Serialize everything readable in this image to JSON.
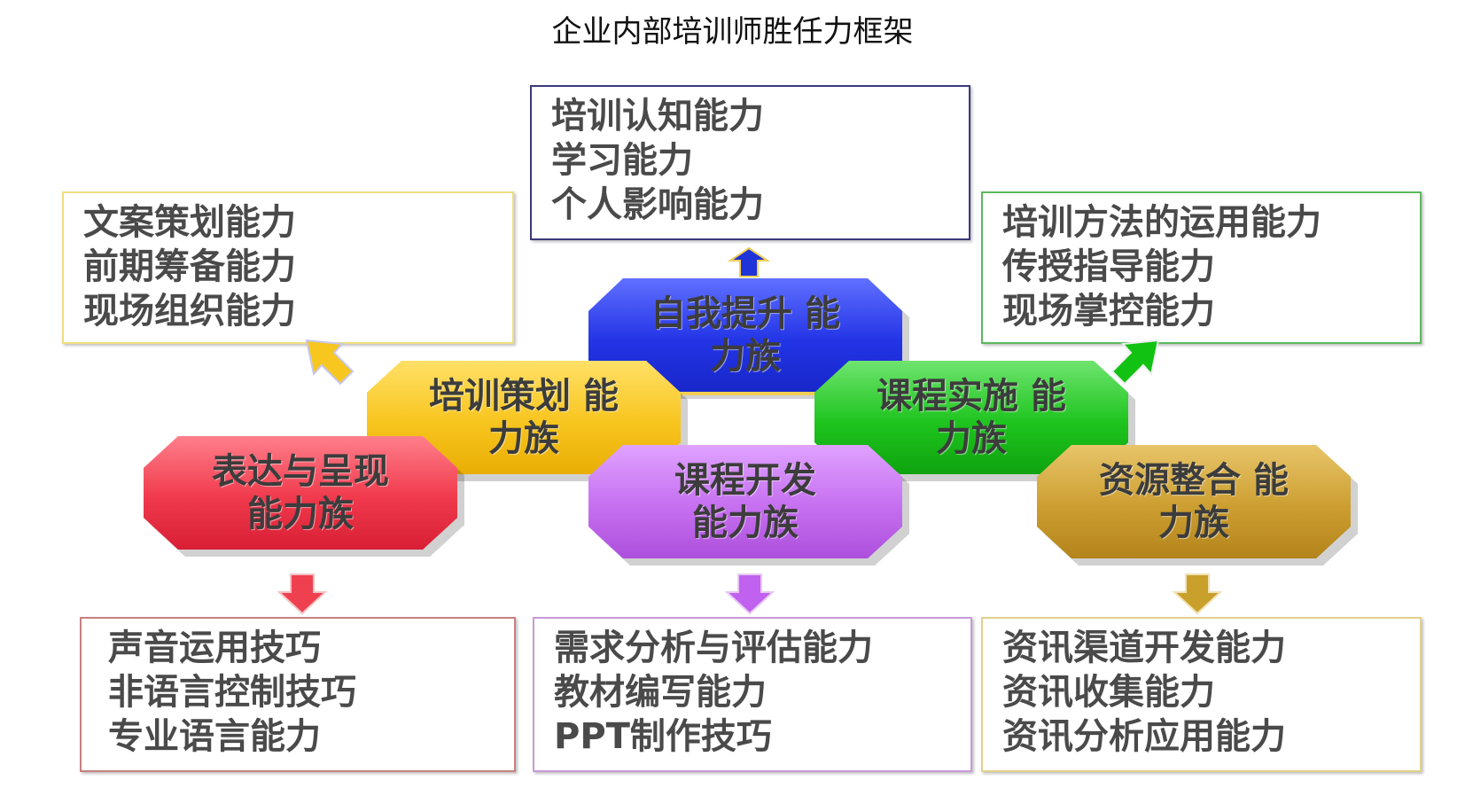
{
  "title": "企业内部培训师胜任力框架",
  "colors": {
    "blue": "#2d3fe0",
    "yellow": "#f7c520",
    "green": "#18b818",
    "red": "#ea3a4e",
    "purple": "#c270ee",
    "gold": "#c99a2c"
  },
  "families": {
    "self_improvement": {
      "line1": "自我提升 能",
      "line2": "力族"
    },
    "training_planning": {
      "line1": "培训策划 能",
      "line2": "力族"
    },
    "course_delivery": {
      "line1": "课程实施 能",
      "line2": "力族"
    },
    "expression": {
      "line1": "表达与呈现",
      "line2": "能力族"
    },
    "course_development": {
      "line1": "课程开发",
      "line2": "能力族"
    },
    "resource_integration": {
      "line1": "资源整合 能",
      "line2": "力族"
    }
  },
  "boxes": {
    "top": [
      "培训认知能力",
      "学习能力",
      "个人影响能力"
    ],
    "left": [
      "文案策划能力",
      "前期筹备能力",
      "现场组织能力"
    ],
    "right": [
      "培训方法的运用能力",
      "传授指导能力",
      "现场掌控能力"
    ],
    "bottom_left": [
      "声音运用技巧",
      "非语言控制技巧",
      "专业语言能力"
    ],
    "bottom_center": [
      "需求分析与评估能力",
      "教材编写能力",
      "PPT制作技巧"
    ],
    "bottom_right": [
      "资讯渠道开发能力",
      "资讯收集能力",
      "资讯分析应用能力"
    ]
  }
}
